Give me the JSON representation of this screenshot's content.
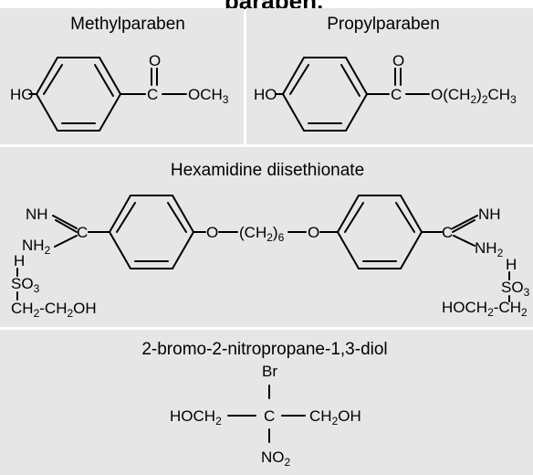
{
  "header": {
    "cut_text": "paraben, "
  },
  "methylparaben": {
    "title": "Methylparaben",
    "ho": "HO",
    "o": "O",
    "c": "C",
    "tail": "OCH",
    "tail_sub": "3"
  },
  "propylparaben": {
    "title": "Propylparaben",
    "ho": "HO",
    "o": "O",
    "c": "C",
    "tail_a": "O(CH",
    "tail_sub1": "2",
    "tail_b": ")",
    "tail_sub2": "2",
    "tail_c": "CH",
    "tail_sub3": "3"
  },
  "hexamidine": {
    "title": "Hexamidine diisethionate",
    "nh_left": "NH",
    "c_left": "C",
    "nh2_left": "NH",
    "nh2_left_sub": "2",
    "h_left": "H",
    "so3_left": "SO",
    "so3_left_sub": "3",
    "ch2_left": "CH",
    "ch2_left_sub": "2",
    "ch2oh_left": "-CH",
    "ch2oh_left_sub": "2",
    "oh_left": "OH",
    "o_left": "O",
    "ch_mid": "(CH",
    "ch_mid_sub1": "2",
    "ch_mid_sub2": "6",
    "o_right": "O",
    "c_right": "C",
    "nh_right": "NH",
    "nh2_right": "NH",
    "nh2_right_sub": "2",
    "h_right": "H",
    "so3_right": "SO",
    "so3_right_sub": "3",
    "hoch2_right": "HOCH",
    "hoch2_right_sub": "2",
    "ch2_right": "-CH",
    "ch2_right_sub": "2"
  },
  "bronopol": {
    "title": "2-bromo-2-nitropropane-1,3-diol",
    "br": "Br",
    "hoch2": "HOCH",
    "hoch2_sub": "2",
    "c": "C",
    "ch2oh": "CH",
    "ch2oh_sub": "2",
    "ch2oh_tail": "OH",
    "no2": "NO",
    "no2_sub": "2"
  }
}
